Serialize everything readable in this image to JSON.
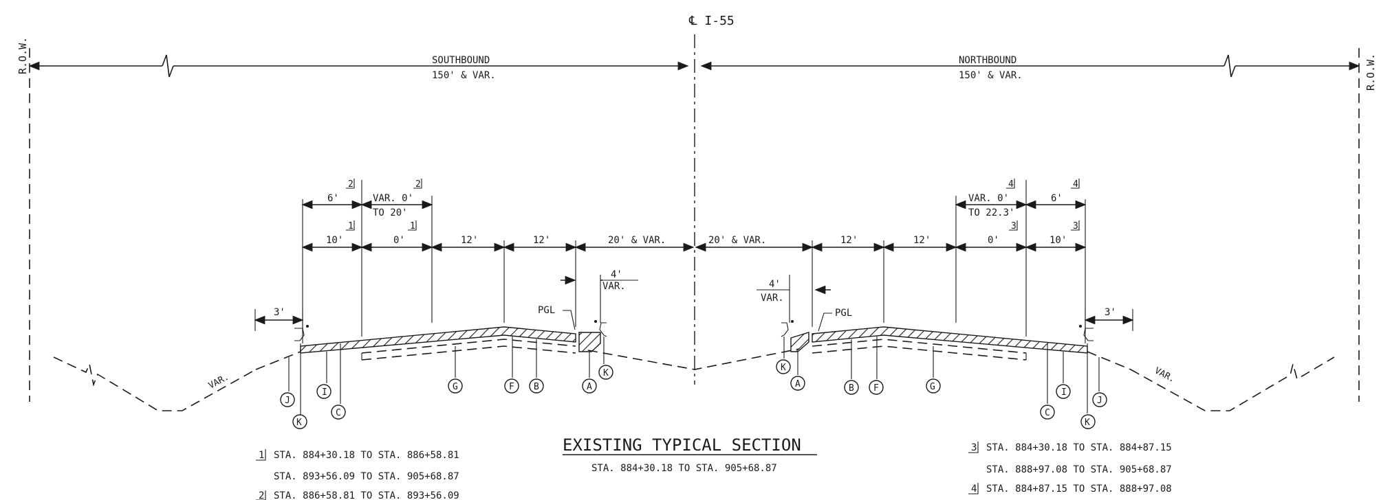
{
  "centerline_label": "℄ I-55",
  "row_label": "R.O.W.",
  "southbound": {
    "title": "SOUTHBOUND",
    "width": "150' & VAR."
  },
  "northbound": {
    "title": "NORTHBOUND",
    "width": "150' & VAR."
  },
  "dims_left": {
    "shoulder_6": "6'",
    "var_0": "VAR. 0'",
    "to_20": "TO 20'",
    "d10": "10'",
    "d0": "0'",
    "d12a": "12'",
    "d12b": "12'",
    "d20var": "20' & VAR.",
    "d4": "4'",
    "var": "VAR.",
    "d3": "3'"
  },
  "dims_right": {
    "shoulder_6": "6'",
    "var_0": "VAR. 0'",
    "to_22": "TO 22.3'",
    "d10": "10'",
    "d0": "0'",
    "d12a": "12'",
    "d12b": "12'",
    "d20var": "20' & VAR.",
    "d4": "4'",
    "var": "VAR.",
    "d3": "3'"
  },
  "notes_refs": {
    "n1": "1",
    "n2": "2",
    "n3": "3",
    "n4": "4"
  },
  "pgl": "PGL",
  "var_slope": "VAR.",
  "callouts": {
    "A": "A",
    "B": "B",
    "C": "C",
    "F": "F",
    "G": "G",
    "I": "I",
    "J": "J",
    "K": "K"
  },
  "section_title": "EXISTING TYPICAL SECTION",
  "section_sub": "STA. 884+30.18 TO STA. 905+68.87",
  "notes_left": [
    {
      "ref": "1",
      "text": "STA. 884+30.18 TO STA. 886+58.81"
    },
    {
      "ref": "",
      "text": "STA. 893+56.09 TO STA. 905+68.87"
    },
    {
      "ref": "2",
      "text": "STA. 886+58.81 TO STA. 893+56.09"
    }
  ],
  "notes_right": [
    {
      "ref": "3",
      "text": "STA. 884+30.18 TO STA. 884+87.15"
    },
    {
      "ref": "",
      "text": "STA. 888+97.08 TO STA. 905+68.87"
    },
    {
      "ref": "4",
      "text": "STA. 884+87.15 TO STA. 888+97.08"
    }
  ]
}
